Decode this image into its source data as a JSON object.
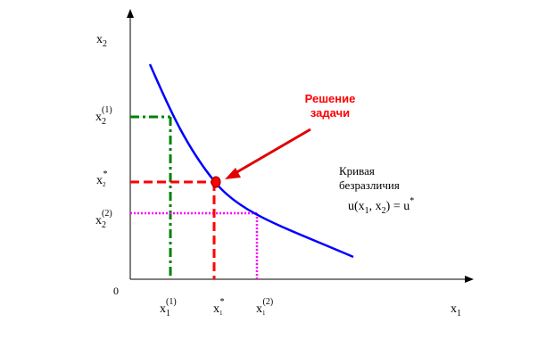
{
  "diagram": {
    "axis_x_label": "x",
    "axis_x_sub": "1",
    "axis_y_label": "x",
    "axis_y_sub": "2",
    "origin_label": "0",
    "y_ticks": [
      {
        "base": "x",
        "sub": "2",
        "sup": "(1)"
      },
      {
        "base": "x",
        "sub": "2",
        "sup": "*"
      },
      {
        "base": "x",
        "sub": "2",
        "sup": "(2)"
      }
    ],
    "x_ticks": [
      {
        "base": "x",
        "sub": "1",
        "sup": "(1)"
      },
      {
        "base": "x",
        "sub": "1",
        "sup": "*"
      },
      {
        "base": "x",
        "sub": "1",
        "sup": "(2)"
      }
    ],
    "solution_label_line1": "Решение",
    "solution_label_line2": "задачи",
    "curve_label_line1": "Кривая",
    "curve_label_line2": "безразличия",
    "utility_formula": {
      "prefix": "u(x",
      "sub1": "1",
      "mid": ", x",
      "sub2": "2",
      "suffix": ") = u",
      "sup": "*"
    },
    "colors": {
      "curve": "#0000ff",
      "optimum": "#ff0000",
      "arrow": "#e00000",
      "point1": "#008000",
      "point2": "#ff00ff",
      "axes": "#000000",
      "solution_text": "#ff0000"
    }
  }
}
